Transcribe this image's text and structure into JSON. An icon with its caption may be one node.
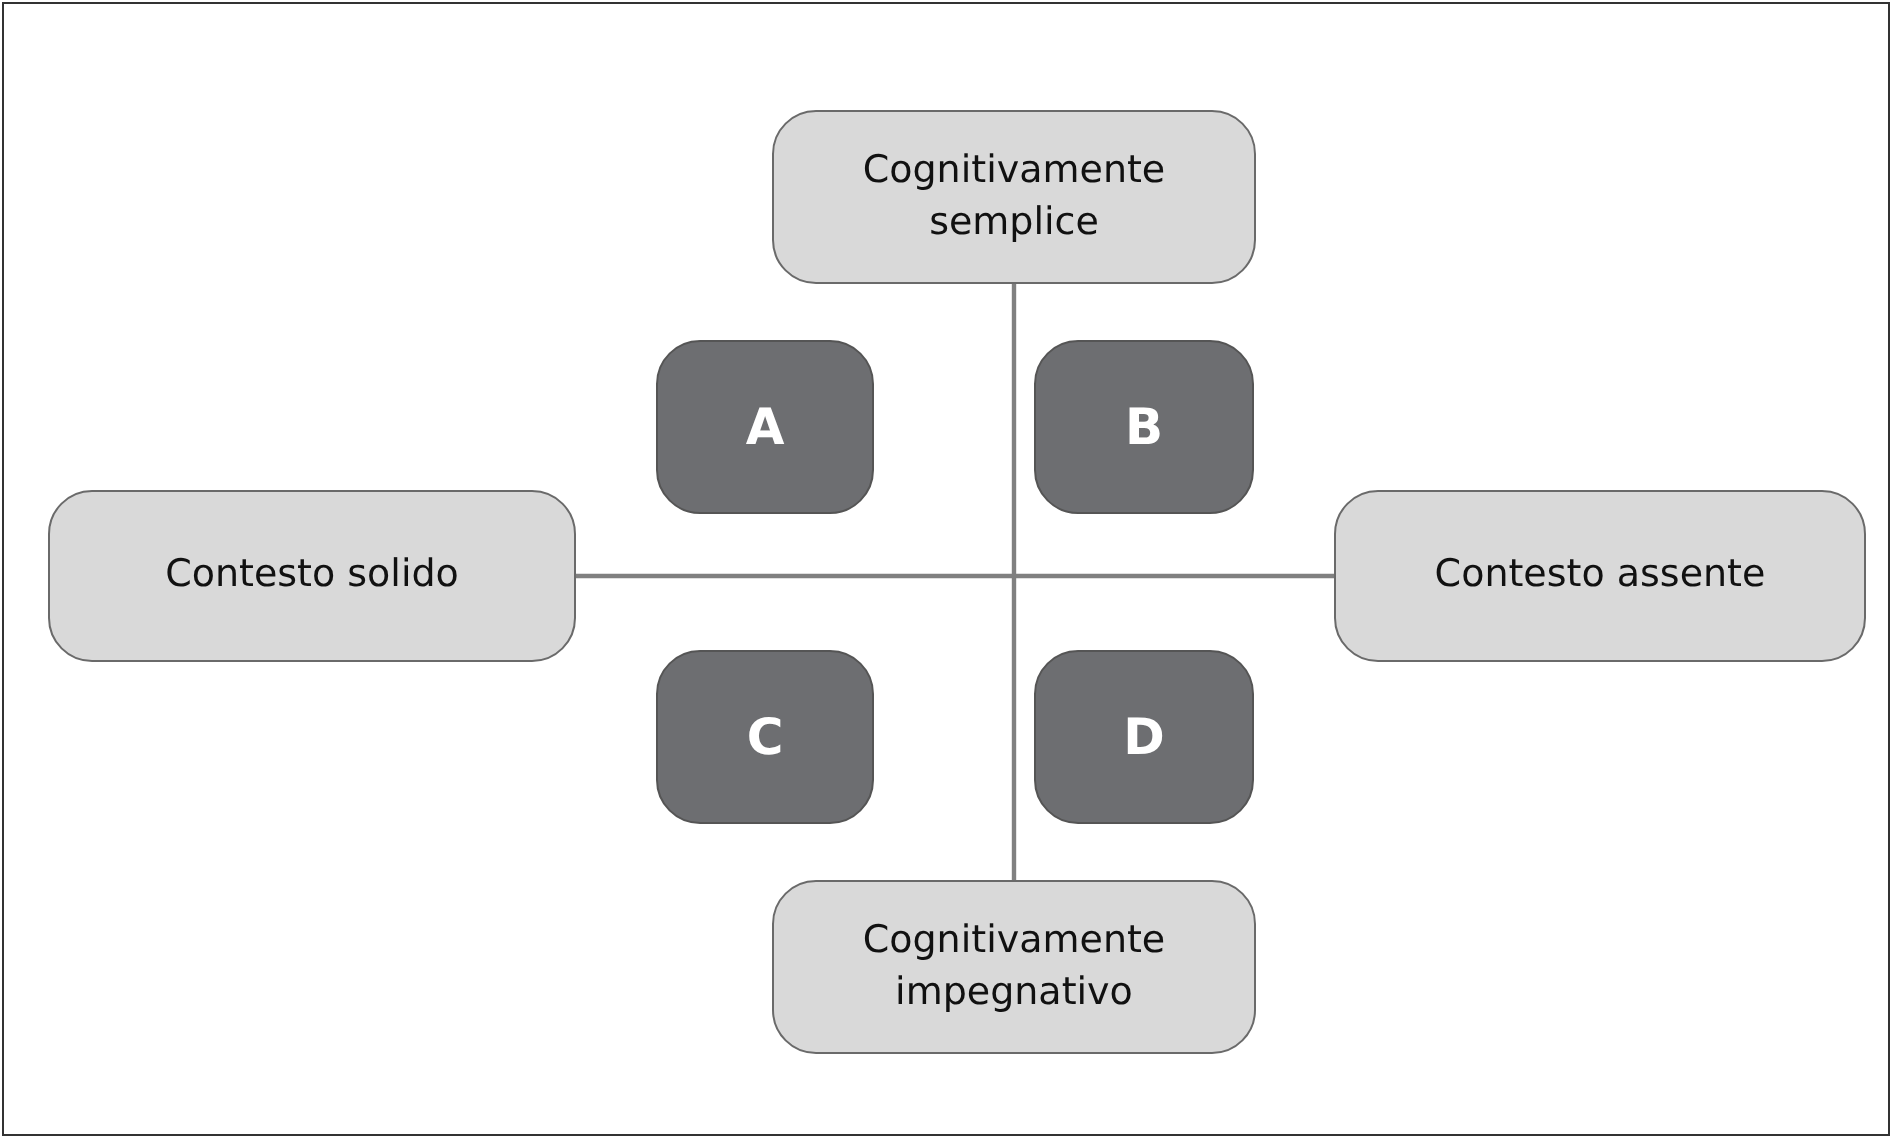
{
  "diagram": {
    "nodes": [
      {
        "text": [
          "Cognitivamente semplice"
        ]
      },
      {
        "text": [
          "A"
        ]
      },
      {
        "text": [
          "B"
        ]
      },
      {
        "text": [
          "Contesto solido"
        ]
      },
      {
        "text": [
          "Contesto assente"
        ]
      },
      {
        "text": [
          "C"
        ]
      },
      {
        "text": [
          "D"
        ]
      },
      {
        "text": [
          "Cognitivamente impegnativo"
        ]
      }
    ],
    "edges": [
      {
        "from": 0,
        "to": 7,
        "arrow": "none"
      },
      {
        "from": 3,
        "to": 4,
        "arrow": "none"
      }
    ]
  }
}
